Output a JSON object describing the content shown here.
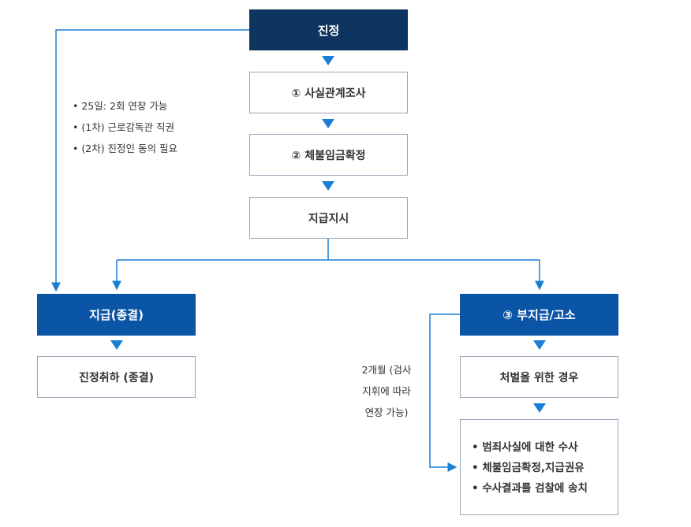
{
  "colors": {
    "navy": "#0e3460",
    "blue": "#0b55a6",
    "line": "#1a7fd4",
    "border": "#9aa6b8"
  },
  "nodes": {
    "petition": "진정",
    "step1": "① 사실관계조사",
    "step2": "② 체불임금확정",
    "payment_order": "지급지시",
    "paid": "지급(종결)",
    "withdrawal": "진정취하 (종결)",
    "nonpayment": "③ 부지급/고소",
    "punishment": "처벌을 위한 경우",
    "investigation_items": [
      "범죄사실에 대한 수사",
      "체불임금확정,지급권유",
      "수사결과를 검찰에 송치"
    ]
  },
  "notes": {
    "deadline_lines": [
      "25일: 2회 연장 가능",
      "(1차) 근로감독관 직권",
      "(2차) 진정인 동의 필요"
    ],
    "prosecution_lines": [
      "2개월 (검사",
      "지휘에 따라",
      "연장 가능)"
    ]
  }
}
